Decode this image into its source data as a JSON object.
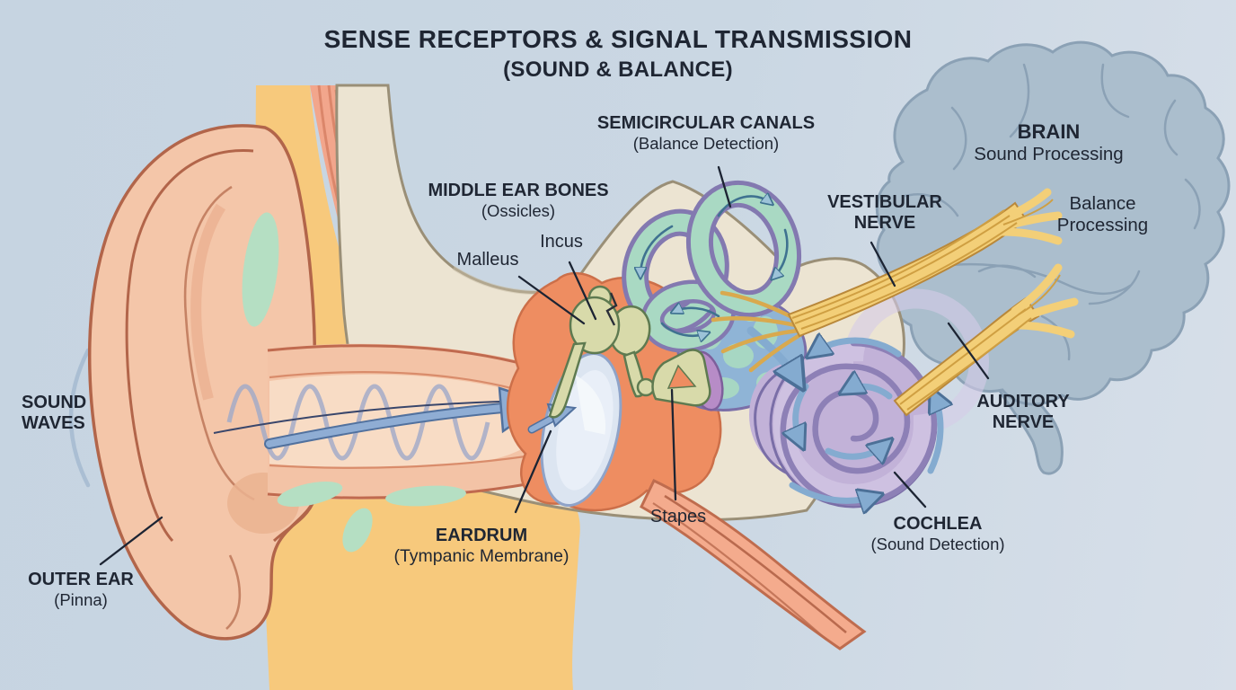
{
  "title": {
    "main": "SENSE RECEPTORS & SIGNAL TRANSMISSION",
    "sub": "(SOUND & BALANCE)"
  },
  "labels": {
    "sound_waves": {
      "text": "SOUND WAVES"
    },
    "outer_ear": {
      "heading": "OUTER EAR",
      "sub": "(Pinna)"
    },
    "middle_ear_bones": {
      "heading": "MIDDLE EAR BONES",
      "sub": "(Ossicles)"
    },
    "malleus": {
      "text": "Malleus"
    },
    "incus": {
      "text": "Incus"
    },
    "eardrum": {
      "heading": "EARDRUM",
      "sub": "(Tympanic Membrane)"
    },
    "stapes": {
      "text": "Stapes"
    },
    "semicircular_canals": {
      "heading": "SEMICIRCULAR CANALS",
      "sub": "(Balance Detection)"
    },
    "vestibular_nerve": {
      "text": "VESTIBULAR NERVE"
    },
    "auditory_nerve": {
      "text": "AUDITORY NERVE"
    },
    "cochlea": {
      "heading": "COCHLEA",
      "sub": "(Sound Detection)"
    },
    "brain": {
      "heading": "BRAIN",
      "sub": "Sound Processing"
    },
    "balance_processing": {
      "text": "Balance Processing"
    }
  },
  "icons": {
    "sound_wave_arcs": "sound-wave-arcs-icon",
    "sine_wave": "sine-wave-icon",
    "flow_arrow": "blue-flow-arrow-icon",
    "vibration_mark": "vibration-zigzag-icon"
  },
  "colors": {
    "background": "#cad7e3",
    "text": "#1f2633",
    "skin": "#f4c6a9",
    "skin_outline": "#b2654a",
    "fat_yellow": "#f7c97c",
    "cartilage_green": "#b5dfc3",
    "muscle_salmon": "#f2a68c",
    "bone_cream": "#ece4d2",
    "middle_ear_orange": "#ee8d61",
    "ossicle_bone": "#d8daaa",
    "eardrum_blue": "#dce5f1",
    "canal_teal": "#a9d9c3",
    "inner_ear_blue": "#8fb4d6",
    "cochlea_purple": "#c2b2d8",
    "oval_window_purple": "#b78cc7",
    "nerve_yellow": "#f3cf78",
    "brain_gray_blue": "#abbecd",
    "arrow_blue": "#8fadd4"
  }
}
